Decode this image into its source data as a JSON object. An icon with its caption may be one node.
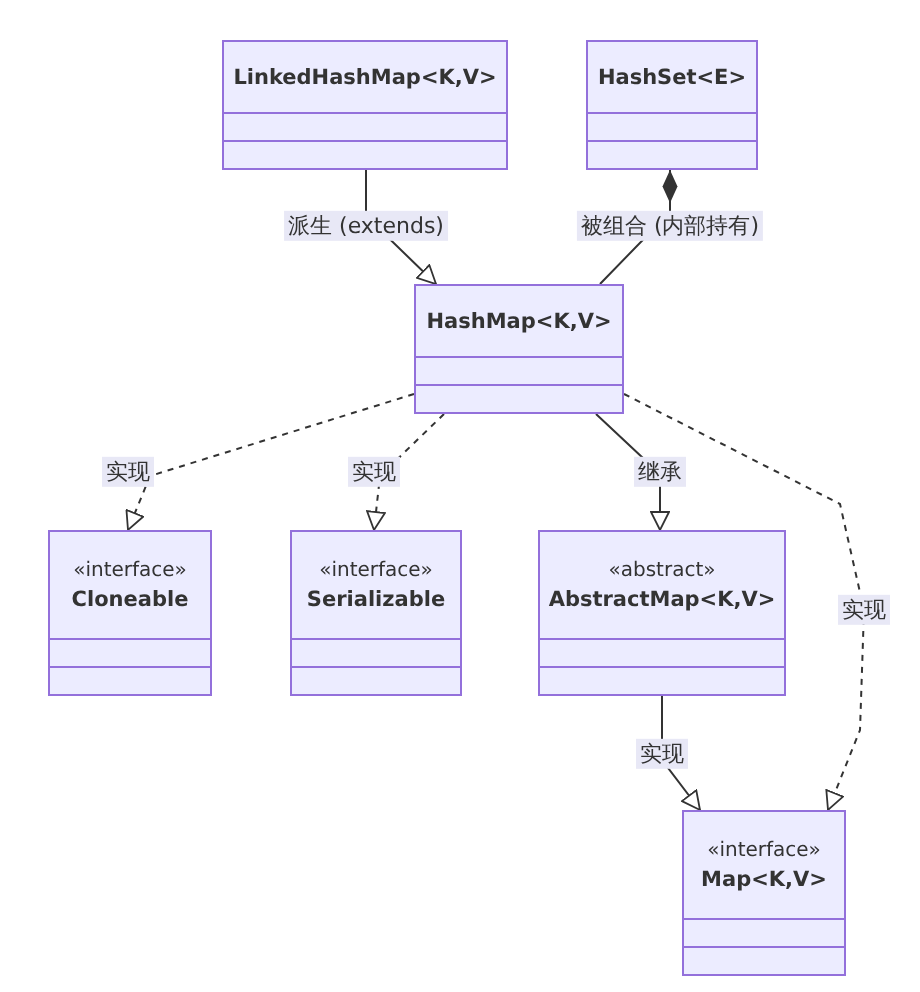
{
  "diagram": {
    "nodes": [
      {
        "text": [
          "LinkedHashMap<K,V>"
        ]
      },
      {
        "text": [
          "HashSet<E>"
        ]
      },
      {
        "text": [
          "HashMap<K,V>"
        ]
      },
      {
        "text": [
          "«interface»",
          "Cloneable"
        ]
      },
      {
        "text": [
          "«interface»",
          "Serializable"
        ]
      },
      {
        "text": [
          "«abstract»",
          "AbstractMap<K,V>"
        ]
      },
      {
        "text": [
          "«interface»",
          "Map<K,V>"
        ]
      }
    ],
    "edges": [
      {
        "from": 0,
        "to": 2,
        "arrow": "to",
        "label": "派生 (extends)"
      },
      {
        "from": 1,
        "to": 2,
        "arrow": "other",
        "label": "被组合 (内部持有)"
      },
      {
        "from": 2,
        "to": 3,
        "arrow": "to",
        "label": "实现",
        "style": "dashed"
      },
      {
        "from": 2,
        "to": 4,
        "arrow": "to",
        "label": "实现",
        "style": "dashed"
      },
      {
        "from": 2,
        "to": 5,
        "arrow": "to",
        "label": "继承"
      },
      {
        "from": 2,
        "to": 6,
        "arrow": "to",
        "label": "实现",
        "style": "dashed"
      },
      {
        "from": 5,
        "to": 6,
        "arrow": "to",
        "label": "实现"
      }
    ]
  }
}
